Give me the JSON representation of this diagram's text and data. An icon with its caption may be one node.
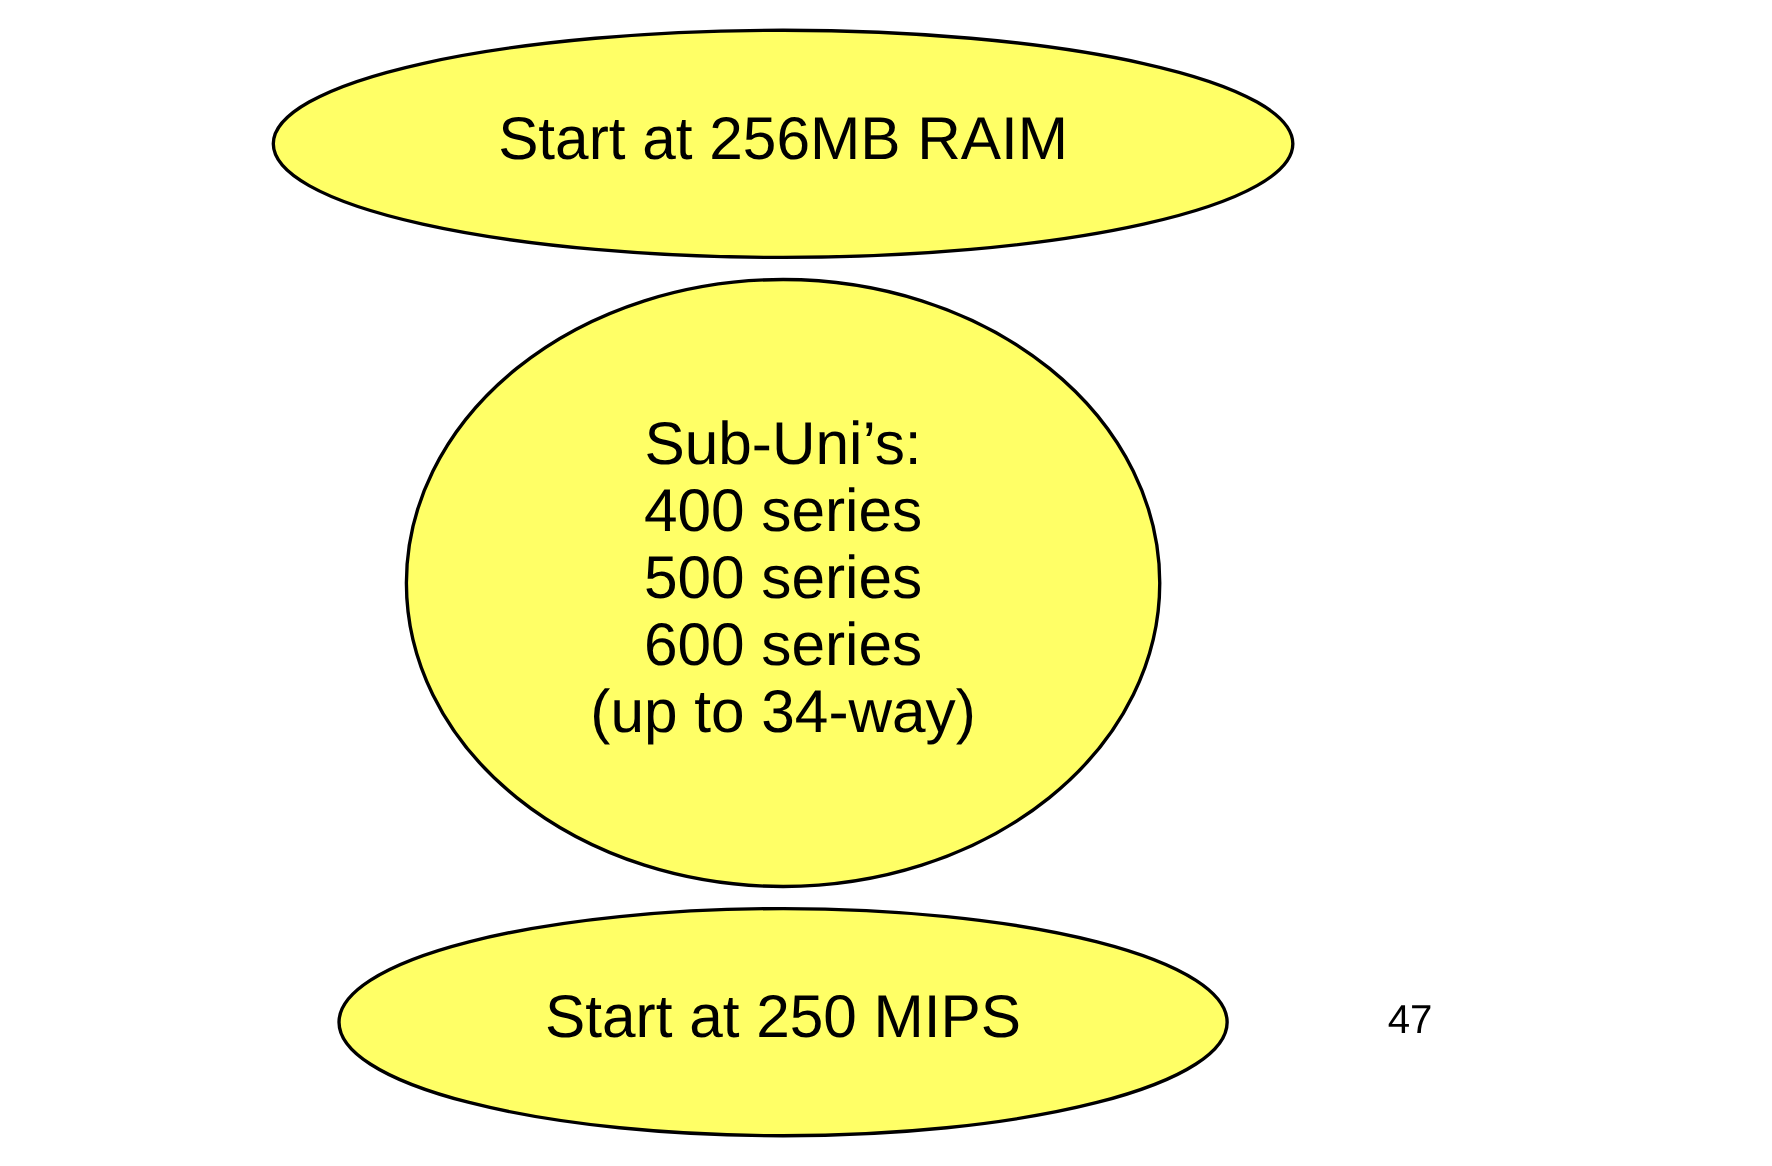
{
  "diagram": {
    "nodes": [
      {
        "text": [
          "Start at 250 MIPS"
        ]
      },
      {
        "text": [
          "Sub-Uni’s:",
          "400 series",
          "500 series",
          "600 series",
          "(up to 34-way)"
        ]
      },
      {
        "text": [
          "Start at 256MB RAIM"
        ]
      }
    ],
    "labels": [
      "47"
    ]
  }
}
